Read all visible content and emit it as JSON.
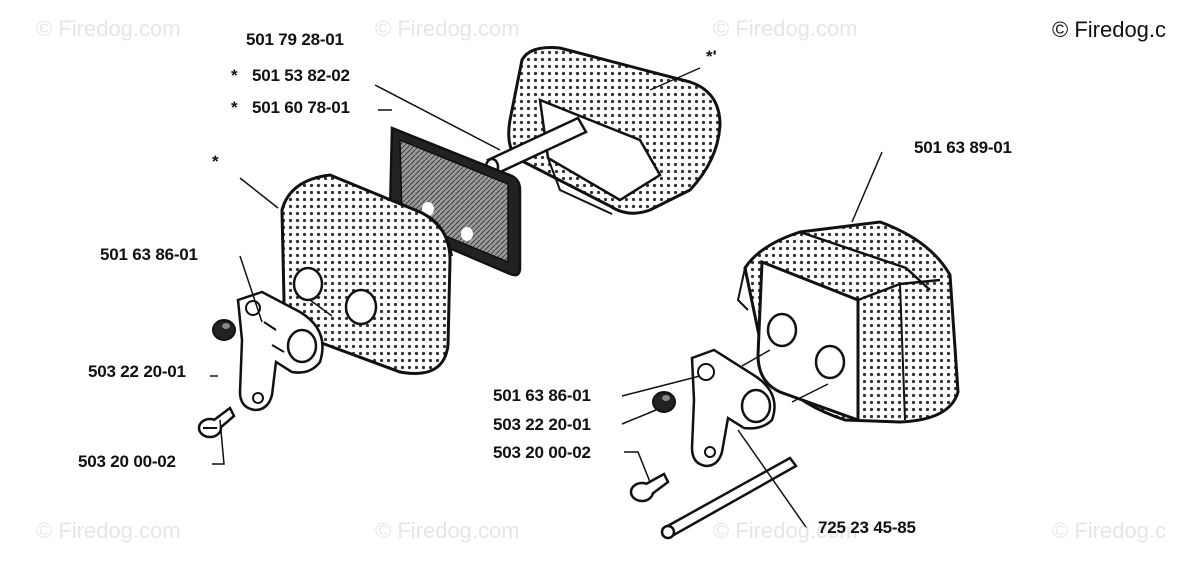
{
  "watermark": {
    "text": "© Firedog.com",
    "corner_text": "© Firedog.c"
  },
  "labels": {
    "top_part": "501 79 28-01",
    "gasket_a": "501 53 82-02",
    "gasket_b": "501 60 78-01",
    "left_bracket": "501 63 86-01",
    "left_nut": "503 22 20-01",
    "left_screw": "503 20 00-02",
    "right_muffler": "501 63 89-01",
    "right_bracket": "501 63 86-01",
    "right_nut": "503 22 20-01",
    "right_screw": "503 20 00-02",
    "rod": "725 23 45-85"
  },
  "markers": {
    "asterisk": "*",
    "asterisk_quote": "*'"
  }
}
